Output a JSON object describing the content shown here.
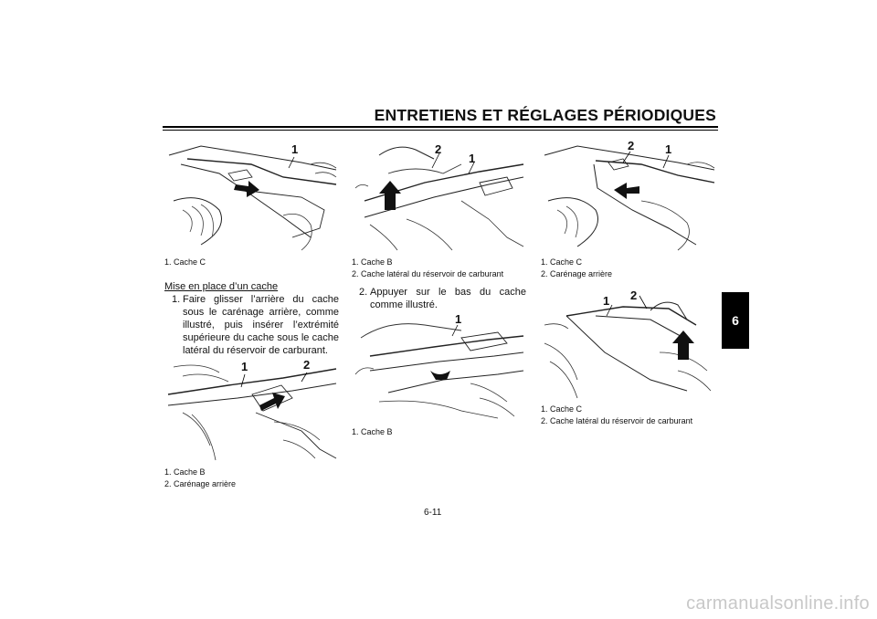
{
  "header": {
    "title": "ENTRETIENS ET RÉGLAGES PÉRIODIQUES"
  },
  "chapter_tab": "6",
  "figures": [
    {
      "callouts": [
        "1"
      ],
      "captions": [
        "1. Cache C"
      ]
    },
    {
      "callouts": [
        "1",
        "2"
      ],
      "captions": [
        "1. Cache B",
        "2. Carénage arrière"
      ]
    },
    {
      "callouts": [
        "2",
        "1"
      ],
      "captions": [
        "1. Cache B",
        "2. Cache latéral du réservoir de carburant"
      ]
    },
    {
      "callouts": [
        "1"
      ],
      "captions": [
        "1. Cache B"
      ]
    },
    {
      "callouts": [
        "2",
        "1"
      ],
      "captions": [
        "1. Cache C",
        "2. Carénage arrière"
      ]
    },
    {
      "callouts": [
        "1",
        "2"
      ],
      "captions": [
        "1. Cache C",
        "2. Cache latéral du réservoir de carburant"
      ]
    }
  ],
  "section": {
    "subheading": "Mise en place d’un cache"
  },
  "steps": [
    {
      "num": "1.",
      "text": "Faire glisser l’arrière du cache sous le carénage arrière, comme illustré, puis insérer l’extrémité supérieure du cache sous le cache latéral du réservoir de carburant."
    },
    {
      "num": "2.",
      "text": "Appuyer sur le bas du cache comme illustré."
    }
  ],
  "footer": {
    "page_number": "6-11"
  },
  "watermark": "carmanualsonline.info"
}
